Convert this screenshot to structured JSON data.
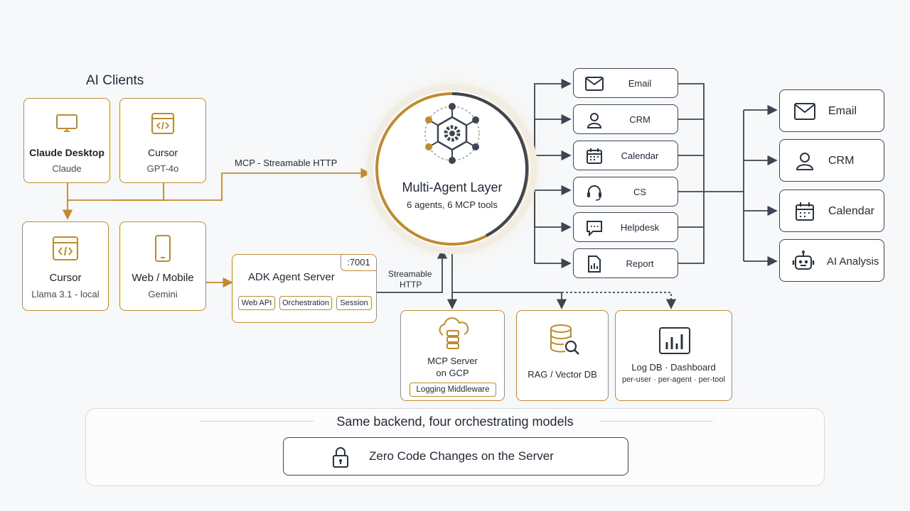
{
  "ai_clients": {
    "heading": "AI Clients",
    "clients": [
      {
        "name": "Claude Desktop",
        "model": "Claude",
        "icon": "monitor-icon"
      },
      {
        "name": "Cursor",
        "model": "GPT-4o",
        "icon": "code-window-icon"
      },
      {
        "name": "Cursor",
        "model": "Llama 3.1 - local",
        "icon": "code-window-icon"
      },
      {
        "name": "Web / Mobile",
        "model": "Gemini",
        "icon": "phone-icon"
      }
    ]
  },
  "connections": {
    "mcp_label": "MCP - Streamable HTTP",
    "streamable_label_1": "Streamable",
    "streamable_label_2": "HTTP"
  },
  "adk": {
    "title": "ADK Agent Server",
    "port": ":7001",
    "pills": [
      "Web API",
      "Orchestration",
      "Session"
    ]
  },
  "core": {
    "title": "Multi-Agent Layer",
    "subtitle": "6 agents, 6 MCP tools",
    "icon": "hexagon-network-gear-icon"
  },
  "agents": [
    {
      "label": "Email",
      "icon": "envelope-icon"
    },
    {
      "label": "CRM",
      "icon": "user-icon"
    },
    {
      "label": "Calendar",
      "icon": "calendar-icon"
    },
    {
      "label": "CS",
      "icon": "headset-icon"
    },
    {
      "label": "Helpdesk",
      "icon": "chat-bubble-icon"
    },
    {
      "label": "Report",
      "icon": "report-doc-icon"
    }
  ],
  "tools": [
    {
      "label": "Email",
      "icon": "envelope-icon"
    },
    {
      "label": "CRM",
      "icon": "user-icon"
    },
    {
      "label": "Calendar",
      "icon": "calendar-icon"
    },
    {
      "label": "AI Analysis",
      "icon": "robot-icon"
    }
  ],
  "backend": {
    "mcp_server_1": "MCP Server",
    "mcp_server_2": "on GCP",
    "middleware": "Logging Middleware",
    "rag": "RAG / Vector DB",
    "log_title": "Log DB · Dashboard",
    "log_sub": "per-user · per-agent · per-tool"
  },
  "footer": {
    "tagline": "Same backend, four orchestrating models",
    "zero_code": "Zero Code Changes on the Server",
    "icon": "padlock-icon"
  },
  "colors": {
    "accent": "#c08a2e",
    "dark": "#3b4652",
    "background": "#f7f8f9"
  }
}
